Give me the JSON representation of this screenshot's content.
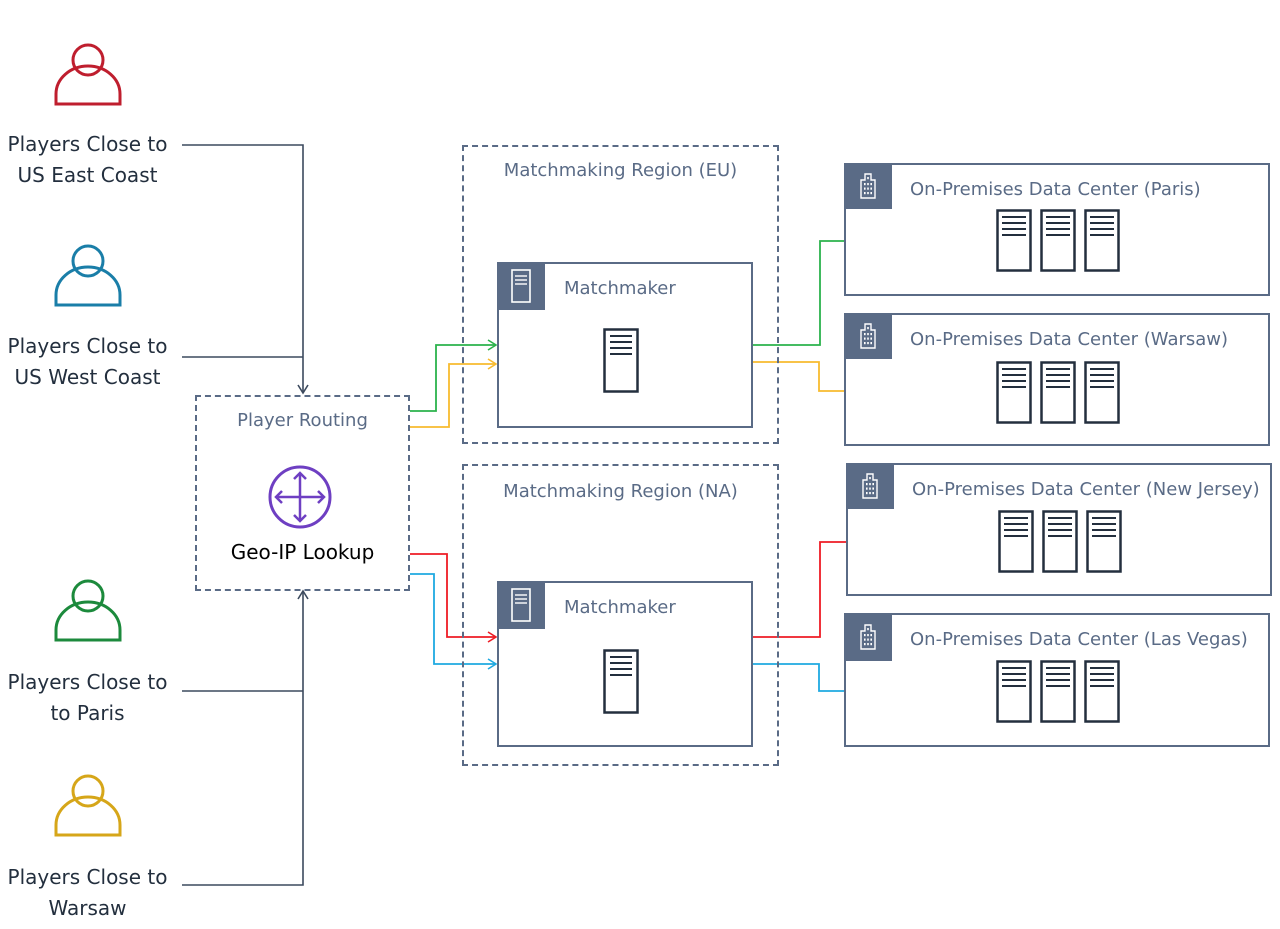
{
  "players": [
    {
      "line1": "Players Close to",
      "line2": "US East Coast",
      "icon": "user-icon",
      "color": "#bf1e2e"
    },
    {
      "line1": "Players Close to",
      "line2": "US West Coast",
      "icon": "user-icon",
      "color": "#1a7ea8"
    },
    {
      "line1": "Players Close to",
      "line2": "to Paris",
      "icon": "user-icon",
      "color": "#1c8a3c"
    },
    {
      "line1": "Players Close to",
      "line2": "Warsaw",
      "icon": "user-icon",
      "color": "#d6a619"
    }
  ],
  "player_routing": {
    "title": "Player Routing",
    "icon": "router-icon",
    "icon_color": "#6e3fc2",
    "label": "Geo-IP Lookup"
  },
  "regions": [
    {
      "title": "Matchmaking Region (EU)",
      "matchmaker": "Matchmaker"
    },
    {
      "title": "Matchmaking Region (NA)",
      "matchmaker": "Matchmaker"
    }
  ],
  "data_centers": [
    {
      "title": "On-Premises Data Center (Paris)"
    },
    {
      "title": "On-Premises Data Center (Warsaw)"
    },
    {
      "title": "On-Premises Data Center (New Jersey)"
    },
    {
      "title": "On-Premises Data Center (Las Vegas)"
    }
  ],
  "colors": {
    "outline": "#5a6b86",
    "connector": "#3c4a5e",
    "route_paris": "#2bb24c",
    "route_warsaw": "#f8bb2f",
    "route_new_jersey": "#ee1c25",
    "route_las_vegas": "#1fa9e1"
  }
}
